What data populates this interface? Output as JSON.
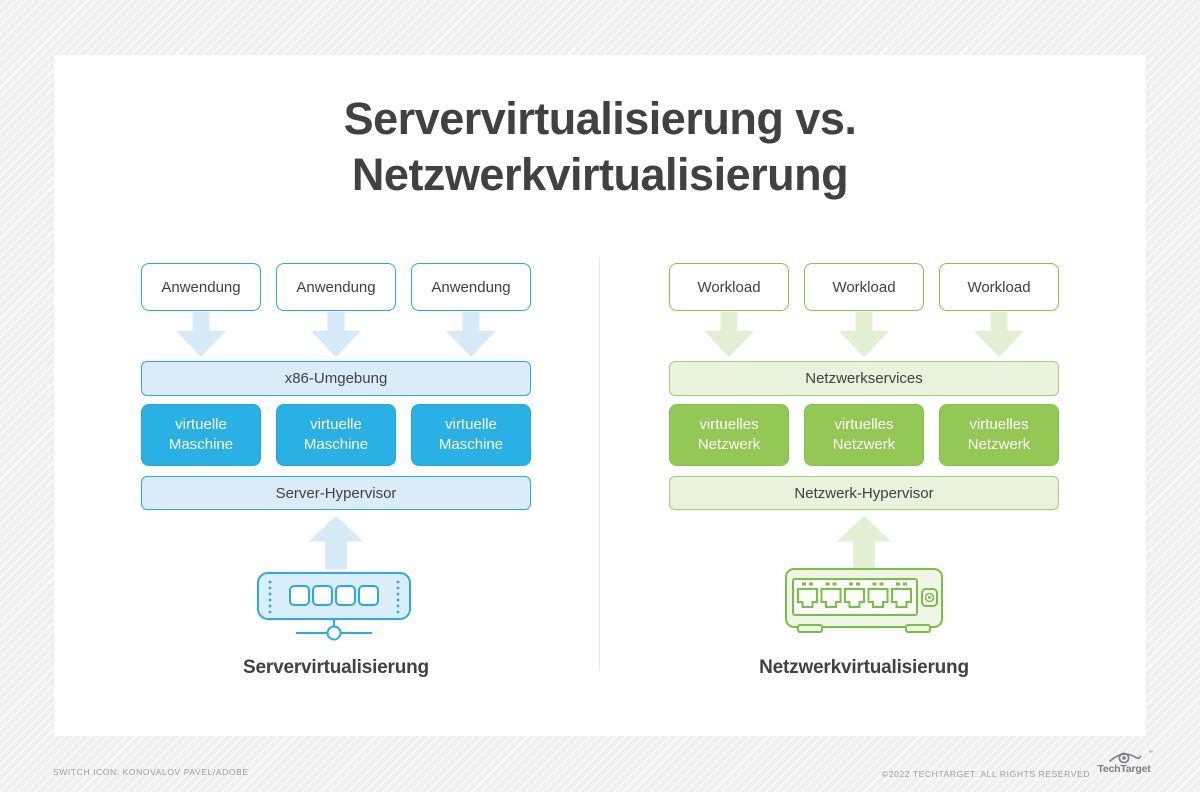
{
  "title": "Servervirtualisierung vs.\nNetzwerkvirtualisierung",
  "left": {
    "top_boxes": [
      "Anwendung",
      "Anwendung",
      "Anwendung"
    ],
    "env_bar": "x86-Umgebung",
    "vm_boxes": [
      "virtuelle\nMaschine",
      "virtuelle\nMaschine",
      "virtuelle\nMaschine"
    ],
    "hypervisor_bar": "Server-Hypervisor",
    "caption": "Servervirtualisierung",
    "icon": "server-icon"
  },
  "right": {
    "top_boxes": [
      "Workload",
      "Workload",
      "Workload"
    ],
    "env_bar": "Netzwerkservices",
    "vm_boxes": [
      "virtuelles\nNetzwerk",
      "virtuelles\nNetzwerk",
      "virtuelles\nNetzwerk"
    ],
    "hypervisor_bar": "Netzwerk-Hypervisor",
    "caption": "Netzwerkvirtualisierung",
    "icon": "network-switch-icon"
  },
  "footer": {
    "credit": "Switch icon: Konovalov Pavel/Adobe",
    "copyright": "©2022 TechTarget. All rights reserved",
    "brand": "TechTarget",
    "trademark": "™"
  },
  "colors": {
    "ink": "#414042",
    "blue": "#29ABE2",
    "blue-light": "#D9ECF8",
    "blue-arrow": "#D5E9F7",
    "blue-solid": "#29B1E6",
    "green": "#8CC63F",
    "green-light": "#E9F2DC",
    "green-arrow": "#E2EFD3",
    "green-solid": "#94C855",
    "footer-gray": "#9B9C9E",
    "logo-gray": "#7E7F82"
  }
}
